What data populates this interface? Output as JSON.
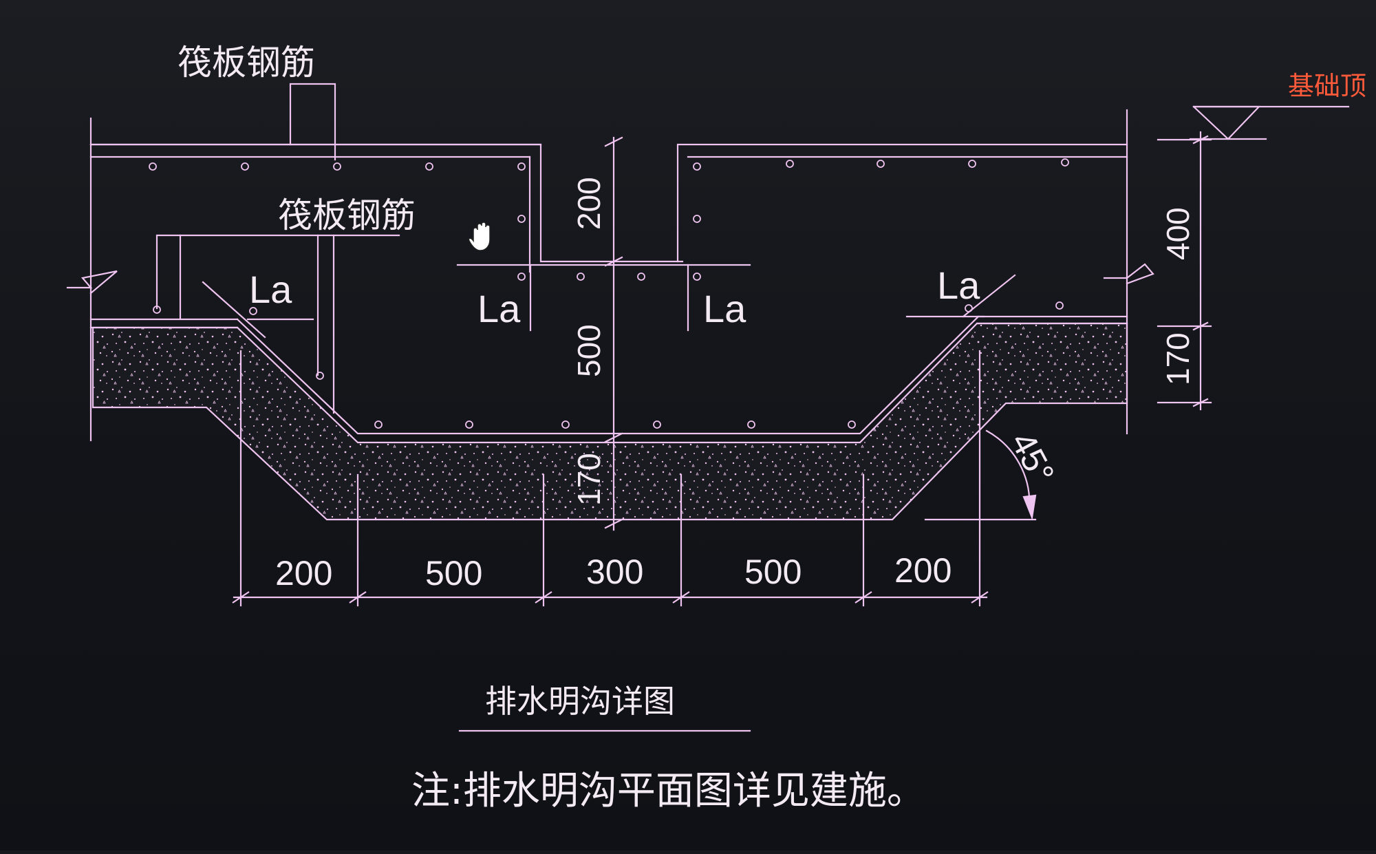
{
  "drawing": {
    "labels": {
      "raft_rebar_top": "筏板钢筋",
      "raft_rebar_inner": "筏板钢筋",
      "foundation_top": "基础顶",
      "la": "La",
      "angle": "45°",
      "title": "排水明沟详图",
      "note": "注:排水明沟平面图详见建施。"
    },
    "dimensions": {
      "bottom": [
        "200",
        "500",
        "300",
        "500",
        "200"
      ],
      "center_vertical": [
        "200",
        "500",
        "170"
      ],
      "right_vertical": [
        "400",
        "170"
      ]
    },
    "colors": {
      "line": "#f0c4f0",
      "text": "#f4eaf4",
      "annotation_red": "#ff5a3a",
      "background": "#15171c"
    },
    "icons": {
      "cursor": "hand-cursor-icon"
    }
  }
}
